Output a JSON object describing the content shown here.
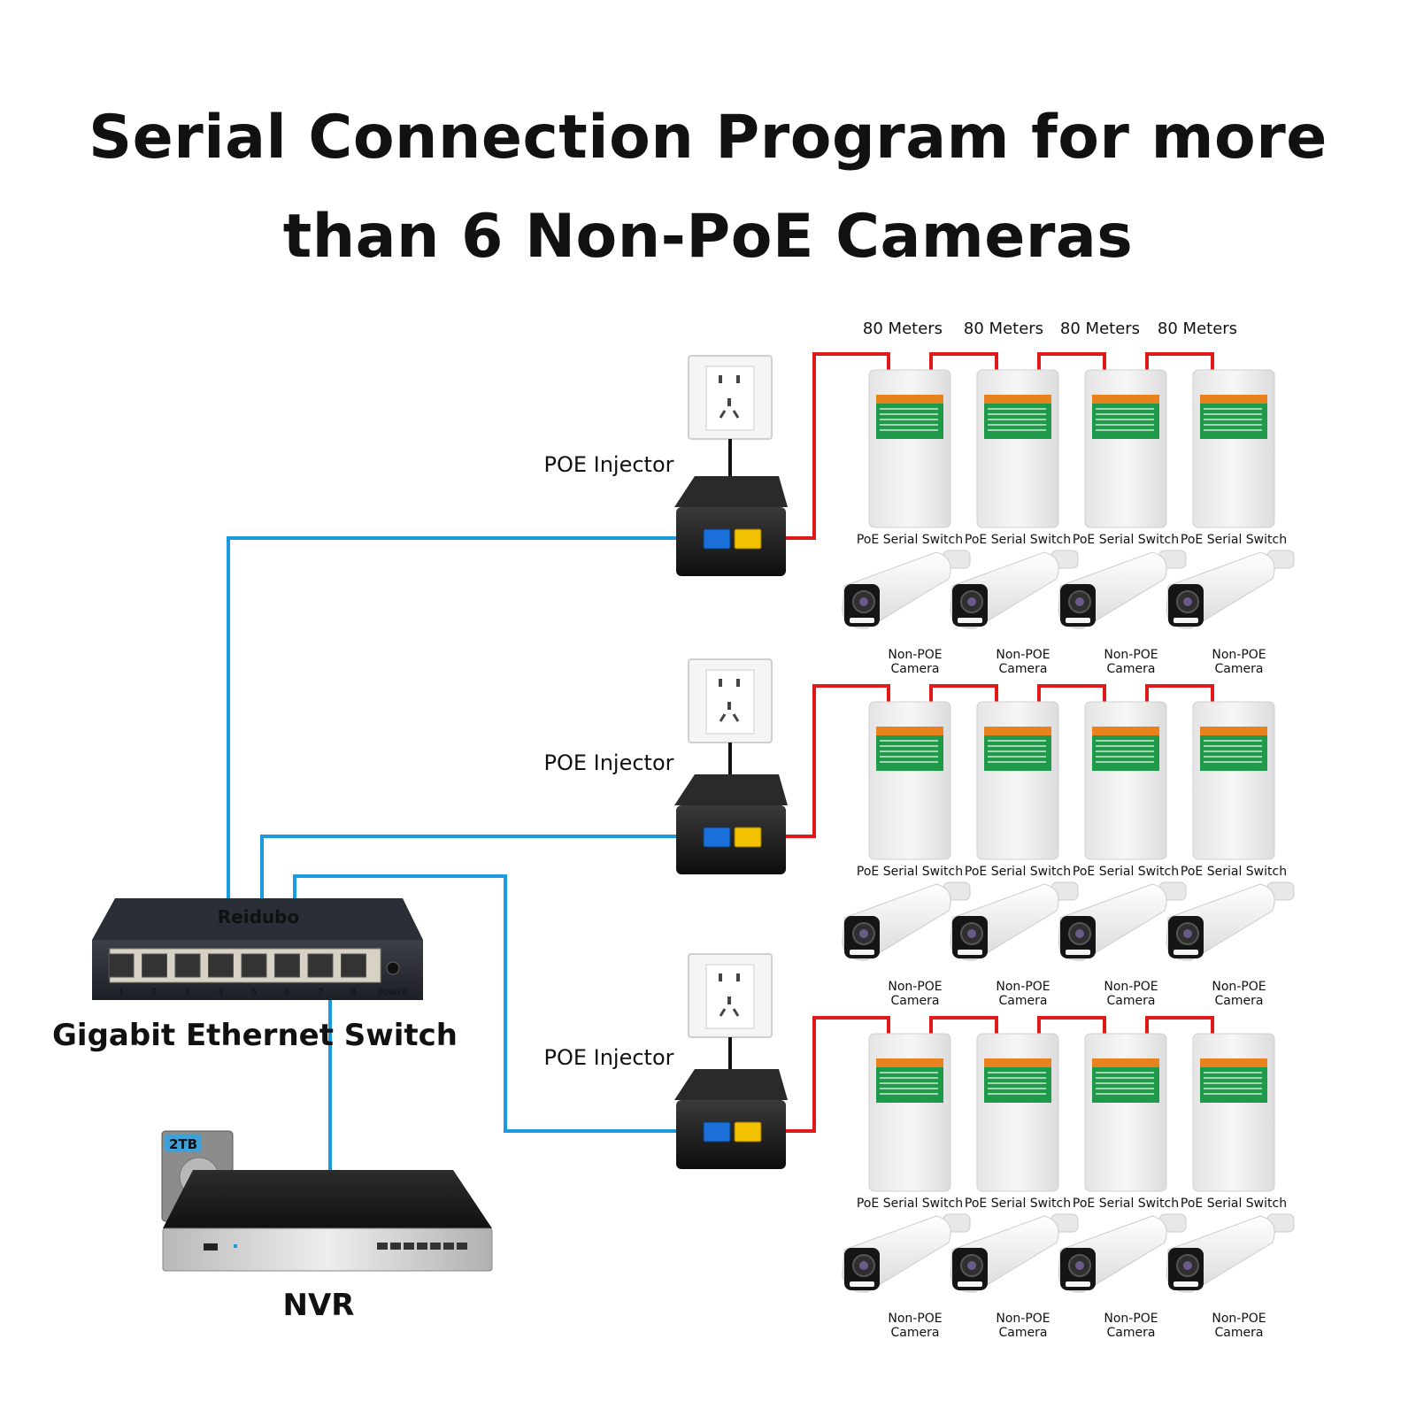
{
  "title": {
    "line1": "Serial Connection Program for more",
    "line2": "than 6 Non-PoE Cameras"
  },
  "distance_labels": [
    "80 Meters",
    "80 Meters",
    "80 Meters",
    "80 Meters"
  ],
  "injector_label": "POE Injector",
  "serial_switch_label": "PoE Serial Switch",
  "camera_label_line1": "Non-POE",
  "camera_label_line2": "Camera",
  "network_switch": {
    "brand": "Reidubo",
    "label": "Gigabit Ethernet Switch",
    "ports": [
      "1",
      "2",
      "3",
      "4",
      "5",
      "6",
      "7",
      "8"
    ],
    "power_label": "POWER"
  },
  "nvr": {
    "label": "NVR",
    "hdd_label": "2TB"
  },
  "colors": {
    "ethernet": "#1a9be0",
    "power_line": "#e01a1a",
    "rj45_blue": "#1a6fd8",
    "rj45_yellow": "#f2c200",
    "device_label_green": "#1f9a4a",
    "device_label_orange": "#e8821e"
  }
}
